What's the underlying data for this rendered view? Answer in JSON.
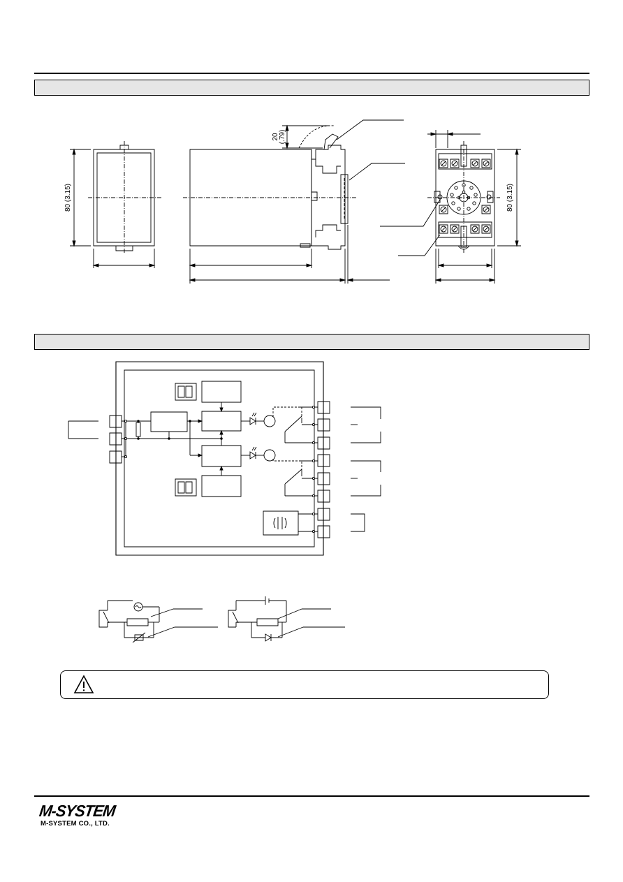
{
  "dimensions": {
    "height_mm": "80",
    "height_inch": "(3.15)",
    "clearance_mm": "20",
    "clearance_inch": "(.79)"
  },
  "company": {
    "logo_text": "M-SYSTEM",
    "name": "M-SYSTEM CO., LTD."
  },
  "icons": {
    "caution": "warning-triangle-icon"
  }
}
